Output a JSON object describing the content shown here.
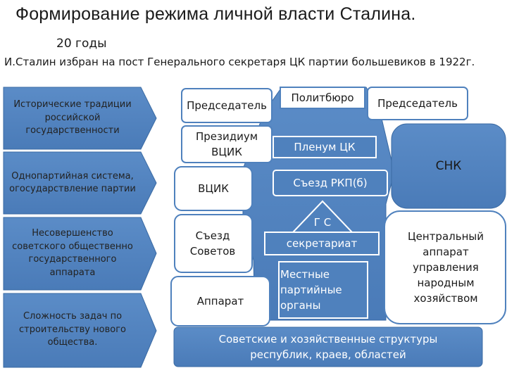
{
  "title": "Формирование режима личной власти Сталина.",
  "subtitle": "20 годы",
  "intro": "И.Сталин избран на пост Генерального секретаря ЦК партии большевиков в 1922г.",
  "colors": {
    "box_fill": "#4f81bd",
    "box_stroke": "#3a6aa3",
    "page_bg": "#ffffff"
  },
  "left_factors": [
    "Исторические традиции российской государственности",
    "Однопартийная система, огосударствление партии",
    "Несовершенство советского общественно государственного аппарата",
    "Сложность задач по строительству нового общества."
  ],
  "state_column": {
    "chairman": "Председатель",
    "presidium": "Президиум ВЦИК",
    "vtsik": "ВЦИК",
    "congress_of_soviets": "Съезд Советов",
    "apparatus": "Аппарат"
  },
  "party_column": {
    "politburo": "Политбюро",
    "plenum": "Пленум ЦК",
    "congress": "Съезд РКП(б)",
    "gs": "Г С",
    "secretariat": "секретариат",
    "local_organs": "Местные партийные органы"
  },
  "government_column": {
    "chairman": "Председатель",
    "snk": "СНК",
    "central_apparatus": "Центральный аппарат управления народным хозяйством"
  },
  "bottom_box": "Советские и хозяйственные структуры республик, краев, областей"
}
